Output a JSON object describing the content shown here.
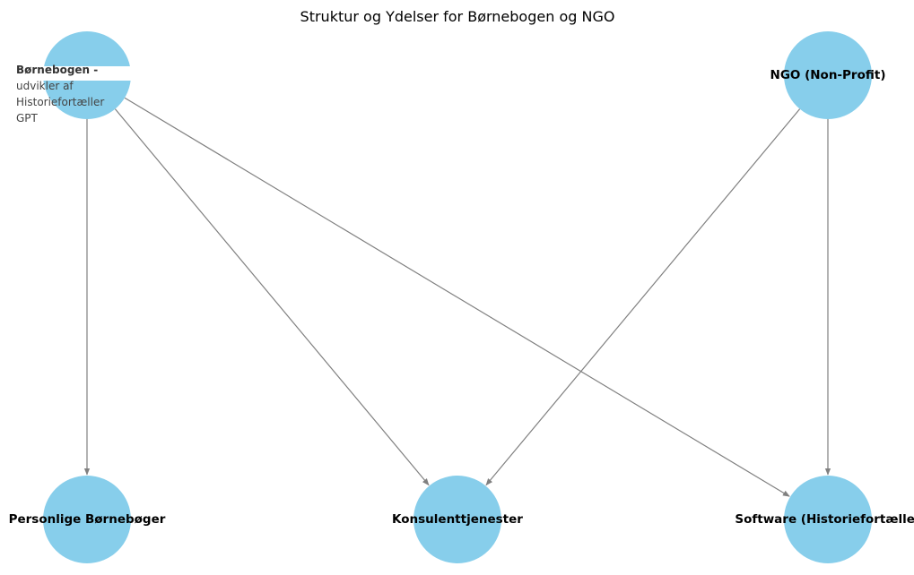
{
  "title": "Struktur og Ydelser for Børnebogen og NGO",
  "colors": {
    "node_fill": "#87CEEB",
    "edge": "#808080",
    "label": "#000000",
    "note_text": "#444444"
  },
  "nodes": [
    {
      "id": "borneboger",
      "label": ""
    },
    {
      "id": "ngo",
      "label": "NGO (Non-Profit)"
    },
    {
      "id": "personlige",
      "label": "Personlige Børnebøger"
    },
    {
      "id": "konsulent",
      "label": "Konsulenttjenester"
    },
    {
      "id": "software",
      "label": "Software (Historiefortæller"
    }
  ],
  "edges": [
    {
      "from": "borneboger",
      "to": "personlige"
    },
    {
      "from": "borneboger",
      "to": "konsulent"
    },
    {
      "from": "borneboger",
      "to": "software"
    },
    {
      "from": "ngo",
      "to": "konsulent"
    },
    {
      "from": "ngo",
      "to": "software"
    }
  ],
  "overlay_note": {
    "lines": [
      "Børnebogen -",
      "udvikler af",
      "Historiefortæller",
      "GPT"
    ]
  }
}
